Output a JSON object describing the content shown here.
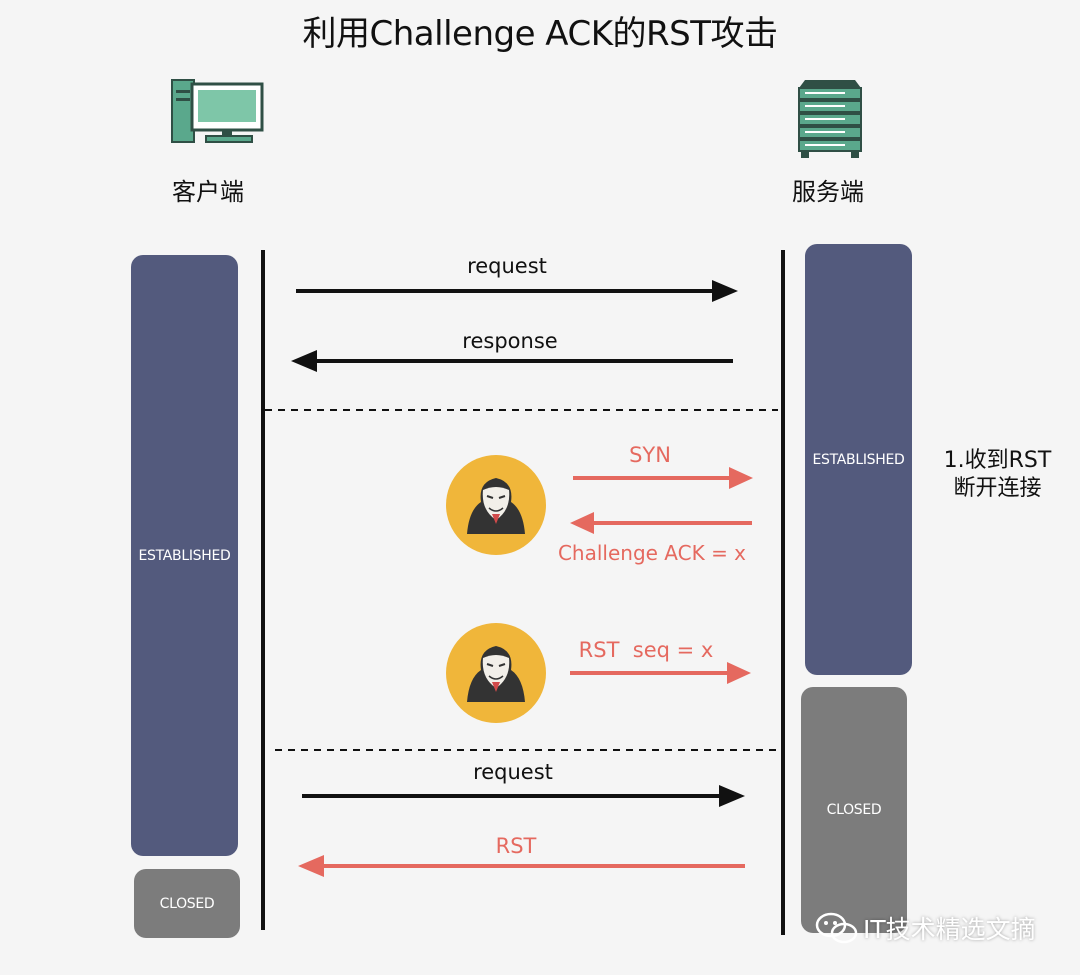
{
  "title": "利用Challenge ACK的RST攻击",
  "client": {
    "label": "客户端",
    "icon": "desktop-computer-icon"
  },
  "server": {
    "label": "服务端",
    "icon": "server-rack-icon"
  },
  "client_states": {
    "established": "ESTABLISHED",
    "closed": "CLOSED"
  },
  "server_states": {
    "established": "ESTABLISHED",
    "closed": "CLOSED"
  },
  "messages": {
    "request_1": "request",
    "response": "response",
    "syn": "SYN",
    "challenge_ack": "Challenge ACK = x",
    "rst_seq": "RST  seq = x",
    "request_2": "request",
    "rst": "RST"
  },
  "attacker_icon": "hacker-mask-icon",
  "note": {
    "line1": "1.收到RST",
    "line2": "断开连接"
  },
  "watermark": {
    "text": "IT技术精选文摘",
    "icon": "wechat-icon"
  },
  "colors": {
    "established": "#535a7d",
    "closed": "#7c7c7c",
    "attack_arrow": "#e5695f",
    "normal_arrow": "#111111",
    "attacker_badge": "#f0b63a"
  }
}
